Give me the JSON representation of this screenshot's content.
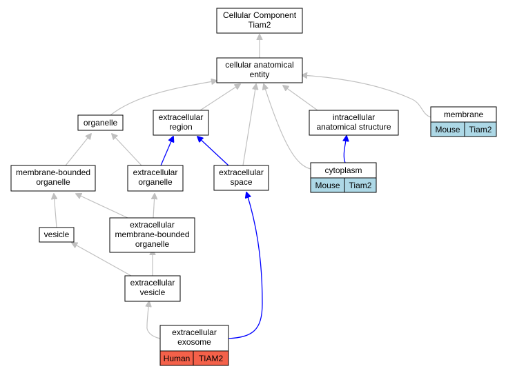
{
  "graph": {
    "nodes": {
      "cellular_component": [
        "Cellular Component",
        "Tiam2"
      ],
      "cellular_anatomical_entity": [
        "cellular anatomical",
        "entity"
      ],
      "organelle": [
        "organelle"
      ],
      "extracellular_region": [
        "extracellular",
        "region"
      ],
      "intracellular_anatomical_structure": [
        "intracellular",
        "anatomical structure"
      ],
      "membrane": [
        "membrane"
      ],
      "membrane_bounded_organelle": [
        "membrane-bounded",
        "organelle"
      ],
      "extracellular_organelle": [
        "extracellular",
        "organelle"
      ],
      "extracellular_space": [
        "extracellular",
        "space"
      ],
      "cytoplasm": [
        "cytoplasm"
      ],
      "vesicle": [
        "vesicle"
      ],
      "extracellular_membrane_bounded_organelle": [
        "extracellular",
        "membrane-bounded",
        "organelle"
      ],
      "extracellular_vesicle": [
        "extracellular",
        "vesicle"
      ],
      "extracellular_exosome": [
        "extracellular",
        "exosome"
      ]
    },
    "annotations": {
      "membrane": [
        "Mouse",
        "Tiam2"
      ],
      "cytoplasm": [
        "Mouse",
        "Tiam2"
      ],
      "extracellular_exosome": [
        "Human",
        "TIAM2"
      ]
    },
    "colors": {
      "mouse_annotation": "#add8e6",
      "human_annotation": "#f4614a",
      "gray_edge": "#c0c0c0",
      "blue_edge": "#0000ff"
    }
  }
}
